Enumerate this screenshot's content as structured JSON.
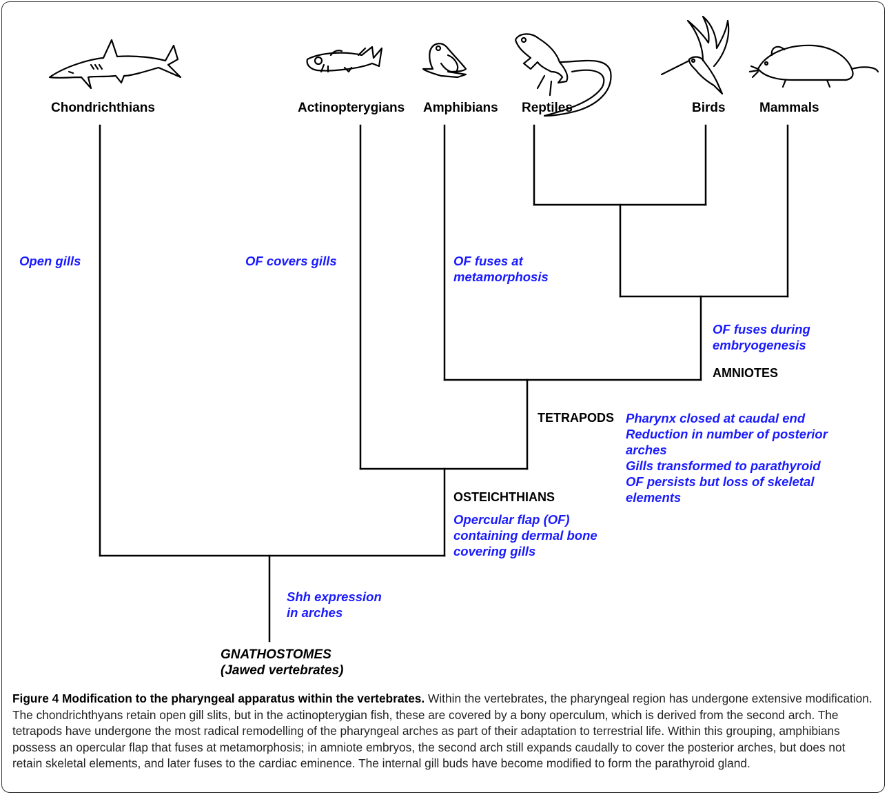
{
  "taxa": {
    "chondrichthians": "Chondrichthians",
    "actinopterygians": "Actinopterygians",
    "amphibians": "Amphibians",
    "reptiles": "Reptiles",
    "birds": "Birds",
    "mammals": "Mammals"
  },
  "clades": {
    "amniotes": "AMNIOTES",
    "tetrapods": "TETRAPODS",
    "osteichthians": "OSTEICHTHIANS",
    "gnathostomes_1": "GNATHOSTOMES",
    "gnathostomes_2": "(Jawed vertebrates)"
  },
  "traits": {
    "open_gills": [
      "Open gills"
    ],
    "of_covers_gills": [
      "OF covers gills"
    ],
    "of_fuses_metamorphosis": [
      "OF fuses at",
      "metamorphosis"
    ],
    "of_fuses_embryogenesis": [
      "OF fuses during",
      "embryogenesis"
    ],
    "tetrapod_traits": [
      "Pharynx closed at caudal end",
      "Reduction in number of posterior",
      "arches",
      "Gills transformed to parathyroid",
      "OF persists but loss of skeletal",
      "elements"
    ],
    "opercular_flap": [
      "Opercular flap (OF)",
      "containing dermal bone",
      "covering gills"
    ],
    "shh_expression": [
      "Shh expression",
      "in arches"
    ]
  },
  "icons": [
    "shark-icon",
    "fish-icon",
    "frog-icon",
    "lizard-icon",
    "hummingbird-icon",
    "mouse-icon"
  ],
  "colors": {
    "trait_text": "#1a1aff",
    "tree_line": "#000000"
  },
  "caption": {
    "title": "Figure 4 Modification to the pharyngeal apparatus within the vertebrates.",
    "body": " Within the vertebrates, the pharyngeal region has undergone extensive modification. The chondrichthyans retain open gill slits, but in the actinopterygian fish, these are covered by a bony operculum, which is derived from the second arch. The tetrapods have undergone the most radical remodelling of the pharyngeal arches as part of their adaptation to terrestrial life. Within this grouping, amphibians possess an opercular flap that fuses at metamorphosis; in amniote embryos, the second arch still expands caudally to cover the posterior arches, but does not retain skeletal elements, and later fuses to the cardiac eminence. The internal gill buds have become modified to form the parathyroid gland."
  }
}
